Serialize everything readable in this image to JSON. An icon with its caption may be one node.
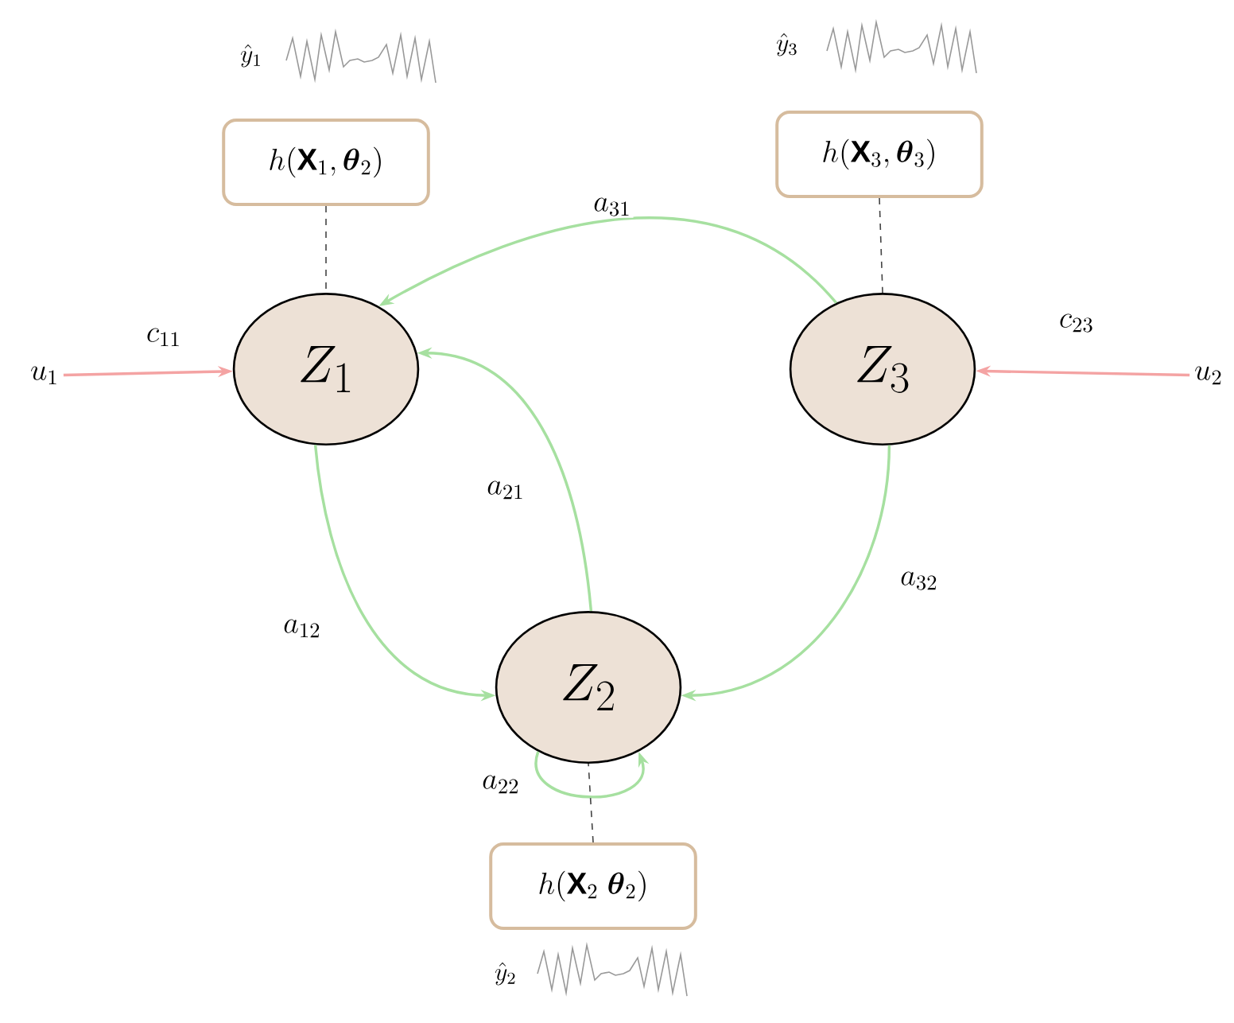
{
  "diagram": {
    "nodes": [
      {
        "text": [
          "Z_1"
        ]
      },
      {
        "text": [
          "Z_2"
        ]
      },
      {
        "text": [
          "Z_3"
        ]
      },
      {
        "text": [
          "h(\\mathbf{X}_1, \\boldsymbol{\\theta}_2)"
        ]
      },
      {
        "text": [
          "h(\\mathbf{X}_3, \\boldsymbol{\\theta}_3)"
        ]
      },
      {
        "text": [
          "h(\\mathbf{X}_2\\ \\boldsymbol{\\theta}_2)"
        ]
      },
      {
        "text": [
          "u_1"
        ]
      },
      {
        "text": [
          "u_2"
        ]
      }
    ],
    "edges": [
      {
        "from": 6,
        "to": 0,
        "arrow": "to",
        "label": "c_{11}",
        "color": "#f4a3a3"
      },
      {
        "from": 7,
        "to": 2,
        "arrow": "to",
        "label": "c_{23}",
        "color": "#f4a3a3"
      },
      {
        "from": 2,
        "to": 0,
        "arrow": "to",
        "label": "a_{31}"
      },
      {
        "from": 1,
        "to": 0,
        "arrow": "to",
        "label": "a_{21}"
      },
      {
        "from": 0,
        "to": 1,
        "arrow": "to",
        "label": "a_{12}"
      },
      {
        "from": 2,
        "to": 1,
        "arrow": "to",
        "label": "a_{32}"
      },
      {
        "from": 1,
        "to": 1,
        "arrow": "to",
        "label": "a_{22}"
      },
      {
        "from": 3,
        "to": 0,
        "arrow": "none",
        "style": "dashed",
        "color": "#444444"
      },
      {
        "from": 4,
        "to": 2,
        "arrow": "none",
        "style": "dashed",
        "color": "#444444"
      },
      {
        "from": 5,
        "to": 1,
        "arrow": "none",
        "style": "dashed",
        "color": "#444444"
      }
    ],
    "labels": [
      "\\hat{y}_1",
      "\\hat{y}_3",
      "\\hat{y}_2"
    ]
  }
}
